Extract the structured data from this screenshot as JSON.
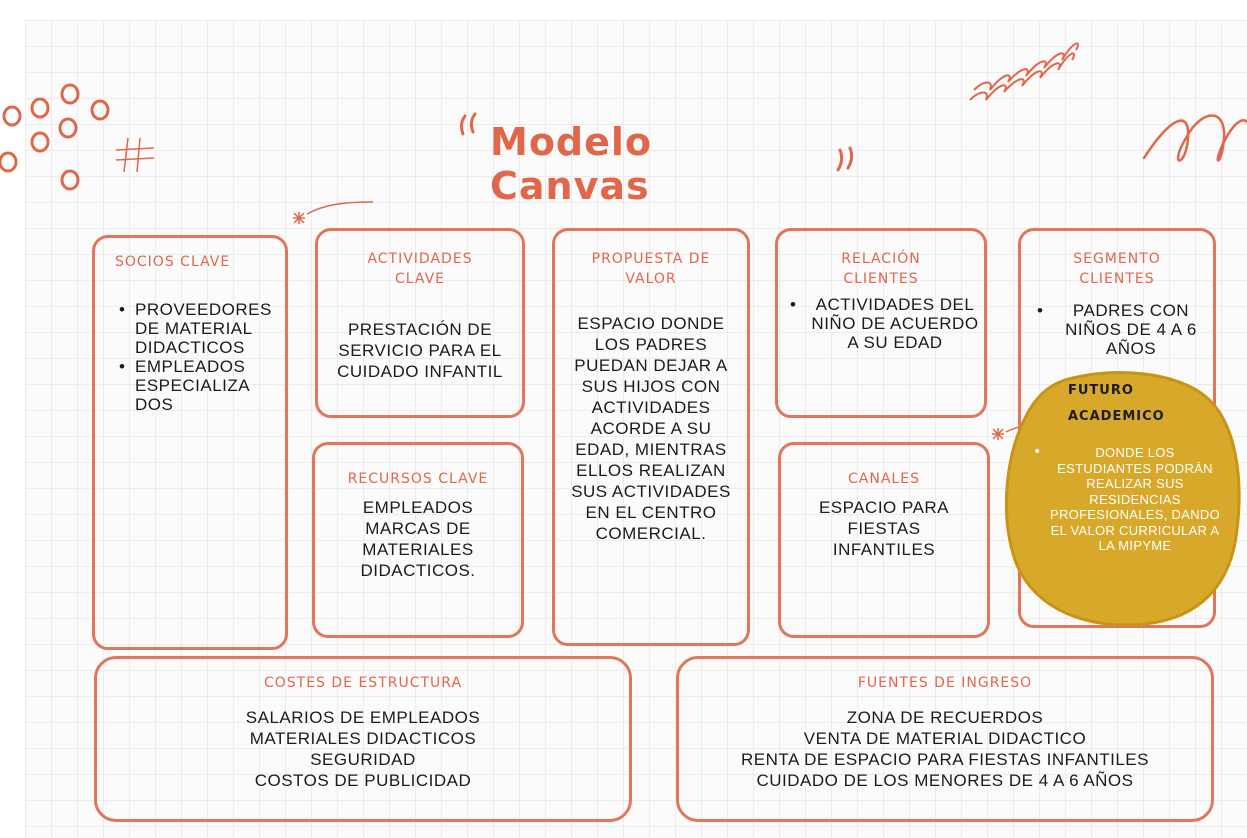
{
  "title": "Modelo Canvas",
  "socios": {
    "heading": "SOCIOS CLAVE",
    "items": [
      "PROVEEDORES DE MATERIAL DIDACTICOS",
      "EMPLEADOS ESPECIALIZA DOS"
    ]
  },
  "actividades": {
    "heading": "ACTIVIDADES CLAVE",
    "text": "PRESTACIÓN DE SERVICIO PARA EL CUIDADO INFANTIL"
  },
  "recursos": {
    "heading": "RECURSOS CLAVE",
    "text": "EMPLEADOS MARCAS DE MATERIALES DIDACTICOS."
  },
  "propuesta": {
    "heading": "PROPUESTA DE VALOR",
    "text": "ESPACIO DONDE LOS PADRES PUEDAN DEJAR A SUS HIJOS CON ACTIVIDADES ACORDE A SU EDAD, MIENTRAS ELLOS REALIZAN SUS ACTIVIDADES EN EL CENTRO COMERCIAL."
  },
  "relacion": {
    "heading": "RELACIÓN CLIENTES",
    "text": "ACTIVIDADES DEL NIÑO DE ACUERDO A SU EDAD"
  },
  "canales": {
    "heading": "CANALES",
    "text": "ESPACIO PARA FIESTAS INFANTILES"
  },
  "segmento": {
    "heading": "SEGMENTO CLIENTES",
    "text": "PADRES CON NIÑOS DE 4 A 6 AÑOS"
  },
  "futuro": {
    "heading": "FUTURO ACADEMICO",
    "text": "DONDE LOS ESTUDIANTES PODRÁN REALIZAR SUS RESIDENCIAS PROFESIONALES, DANDO EL VALOR CURRICULAR A LA MIPYME"
  },
  "costes": {
    "heading": "COSTES DE ESTRUCTURA",
    "lines": [
      "SALARIOS DE EMPLEADOS",
      "MATERIALES DIDACTICOS",
      "SEGURIDAD",
      "COSTOS DE PUBLICIDAD"
    ]
  },
  "fuentes": {
    "heading": "FUENTES DE INGRESO",
    "lines": [
      "ZONA DE RECUERDOS",
      "VENTA DE MATERIAL DIDACTICO",
      "RENTA DE ESPACIO PARA FIESTAS INFANTILES",
      "CUIDADO DE LOS MENORES DE 4 A 6 AÑOS"
    ]
  },
  "colors": {
    "accent": "#e1674b",
    "border": "#e0765c",
    "futuro_fill": "#d8a82a",
    "grid": "#ececec"
  }
}
